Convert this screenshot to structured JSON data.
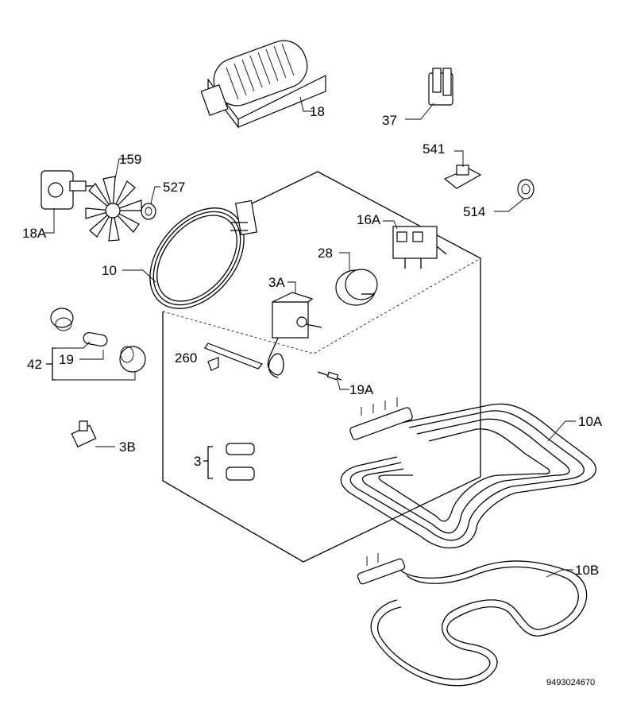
{
  "labels": {
    "p18": "18",
    "p37": "37",
    "p541": "541",
    "p514": "514",
    "p159": "159",
    "p527": "527",
    "p18A": "18A",
    "p16A": "16A",
    "p28": "28",
    "p10": "10",
    "p3A": "3A",
    "p42": "42",
    "p19": "19",
    "p260": "260",
    "p19A": "19A",
    "p3B": "3B",
    "p3": "3",
    "p10A": "10A",
    "p10B": "10B"
  },
  "drawing_code": "9493024670"
}
